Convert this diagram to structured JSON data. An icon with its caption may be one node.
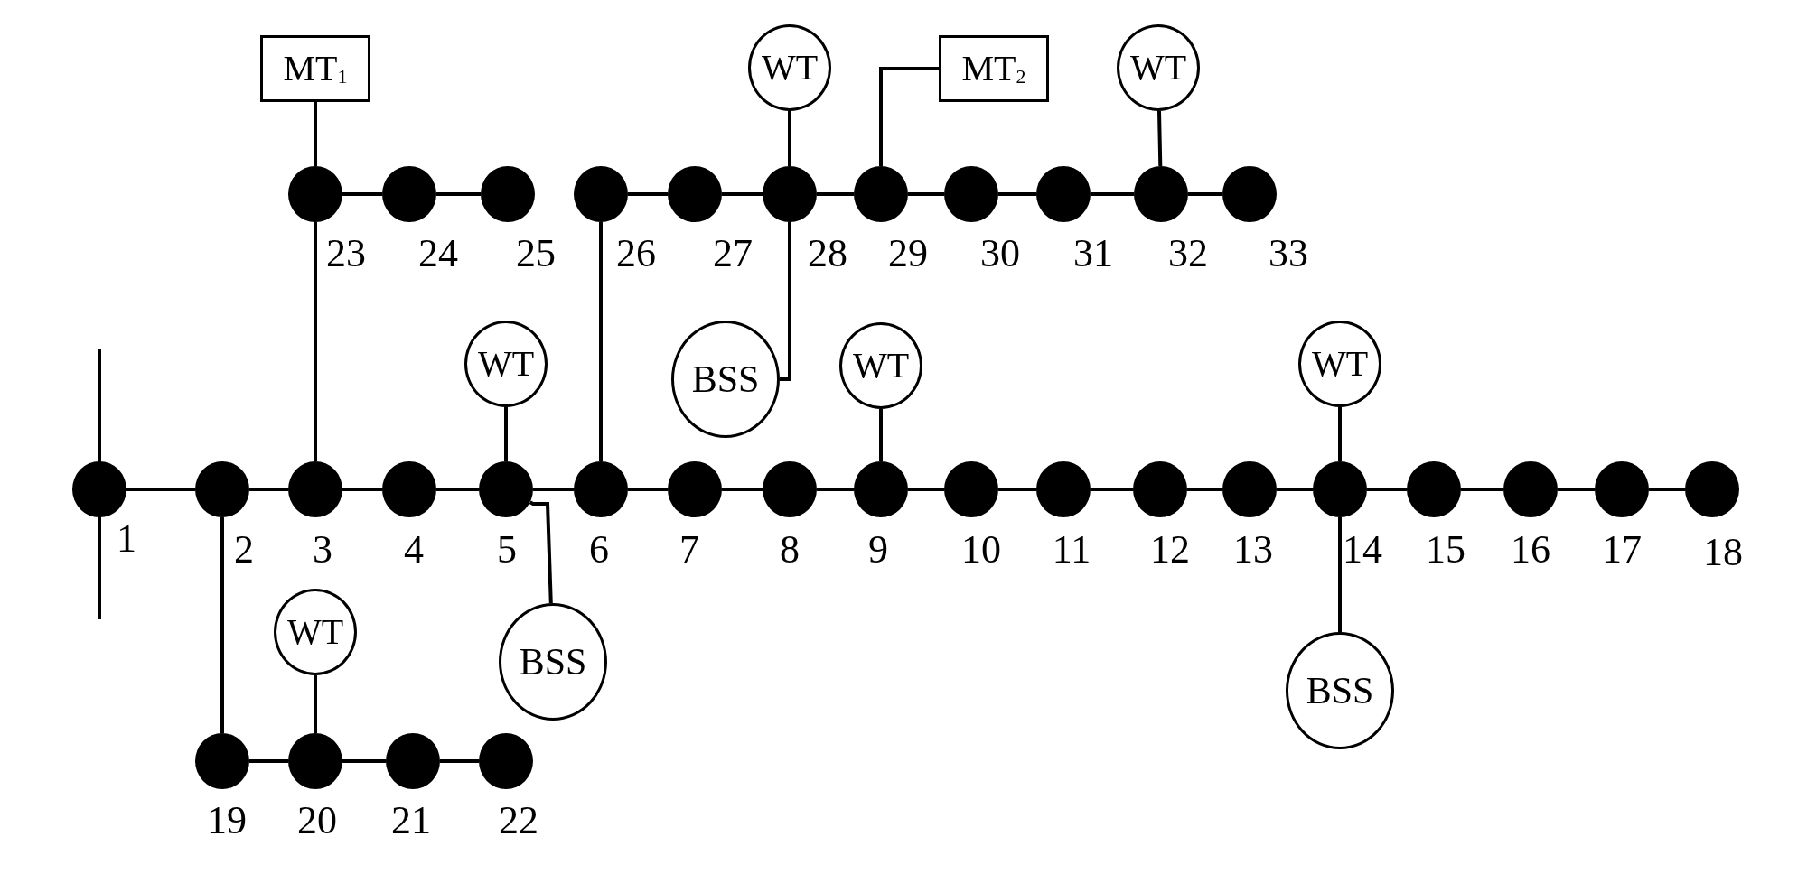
{
  "diagram": {
    "nodes": [
      {
        "text": [],
        "shape": "circle",
        "beside": [
          "1"
        ]
      },
      {
        "text": [],
        "shape": "circle",
        "beside": [
          "2"
        ]
      },
      {
        "text": [],
        "shape": "circle",
        "beside": [
          "3"
        ]
      },
      {
        "text": [],
        "shape": "circle",
        "beside": [
          "4"
        ]
      },
      {
        "text": [],
        "shape": "circle",
        "beside": [
          "5"
        ]
      },
      {
        "text": [],
        "shape": "circle",
        "beside": [
          "6"
        ]
      },
      {
        "text": [],
        "shape": "circle",
        "beside": [
          "7"
        ]
      },
      {
        "text": [],
        "shape": "circle",
        "beside": [
          "8"
        ]
      },
      {
        "text": [],
        "shape": "circle",
        "beside": [
          "9"
        ]
      },
      {
        "text": [],
        "shape": "circle",
        "beside": [
          "10"
        ]
      },
      {
        "text": [],
        "shape": "circle",
        "beside": [
          "11"
        ]
      },
      {
        "text": [],
        "shape": "circle",
        "beside": [
          "12"
        ]
      },
      {
        "text": [],
        "shape": "circle",
        "beside": [
          "13"
        ]
      },
      {
        "text": [],
        "shape": "circle",
        "beside": [
          "14"
        ]
      },
      {
        "text": [],
        "shape": "circle",
        "beside": [
          "15"
        ]
      },
      {
        "text": [],
        "shape": "circle",
        "beside": [
          "16"
        ]
      },
      {
        "text": [],
        "shape": "circle",
        "beside": [
          "17"
        ]
      },
      {
        "text": [],
        "shape": "circle",
        "beside": [
          "18"
        ]
      },
      {
        "text": [],
        "shape": "circle",
        "beside": [
          "19"
        ]
      },
      {
        "text": [],
        "shape": "circle",
        "beside": [
          "20"
        ]
      },
      {
        "text": [],
        "shape": "circle",
        "beside": [
          "21"
        ]
      },
      {
        "text": [],
        "shape": "circle",
        "beside": [
          "22"
        ]
      },
      {
        "text": [],
        "shape": "circle",
        "beside": [
          "23"
        ]
      },
      {
        "text": [],
        "shape": "circle",
        "beside": [
          "24"
        ]
      },
      {
        "text": [],
        "shape": "circle",
        "beside": [
          "25"
        ]
      },
      {
        "text": [],
        "shape": "circle",
        "beside": [
          "26"
        ]
      },
      {
        "text": [],
        "shape": "circle",
        "beside": [
          "27"
        ]
      },
      {
        "text": [],
        "shape": "circle",
        "beside": [
          "28"
        ]
      },
      {
        "text": [],
        "shape": "circle",
        "beside": [
          "29"
        ]
      },
      {
        "text": [],
        "shape": "circle",
        "beside": [
          "30"
        ]
      },
      {
        "text": [],
        "shape": "circle",
        "beside": [
          "31"
        ]
      },
      {
        "text": [],
        "shape": "circle",
        "beside": [
          "32"
        ]
      },
      {
        "text": [],
        "shape": "circle",
        "beside": [
          "33"
        ]
      },
      {
        "text": [
          "MT$_{1}$"
        ]
      },
      {
        "text": [
          "WT"
        ]
      },
      {
        "text": [
          "MT$_{2}$"
        ]
      },
      {
        "text": [
          "WT"
        ]
      },
      {
        "text": [
          "WT"
        ]
      },
      {
        "text": [
          "BSS"
        ]
      },
      {
        "text": [
          "WT"
        ]
      },
      {
        "text": [
          "WT"
        ]
      },
      {
        "text": [
          "WT"
        ]
      },
      {
        "text": [
          "BSS"
        ]
      },
      {
        "text": [
          "BSS"
        ]
      }
    ],
    "edges": [
      {
        "from": 0,
        "to": 1,
        "arrow": "none"
      },
      {
        "from": 1,
        "to": 2,
        "arrow": "none"
      },
      {
        "from": 2,
        "to": 3,
        "arrow": "none"
      },
      {
        "from": 3,
        "to": 4,
        "arrow": "none"
      },
      {
        "from": 4,
        "to": 5,
        "arrow": "none"
      },
      {
        "from": 5,
        "to": 6,
        "arrow": "none"
      },
      {
        "from": 6,
        "to": 7,
        "arrow": "none"
      },
      {
        "from": 7,
        "to": 8,
        "arrow": "none"
      },
      {
        "from": 8,
        "to": 9,
        "arrow": "none"
      },
      {
        "from": 9,
        "to": 10,
        "arrow": "none"
      },
      {
        "from": 10,
        "to": 11,
        "arrow": "none"
      },
      {
        "from": 11,
        "to": 12,
        "arrow": "none"
      },
      {
        "from": 12,
        "to": 13,
        "arrow": "none"
      },
      {
        "from": 13,
        "to": 14,
        "arrow": "none"
      },
      {
        "from": 14,
        "to": 15,
        "arrow": "none"
      },
      {
        "from": 15,
        "to": 16,
        "arrow": "none"
      },
      {
        "from": 16,
        "to": 17,
        "arrow": "none"
      },
      {
        "from": 1,
        "to": 18,
        "arrow": "none"
      },
      {
        "from": 18,
        "to": 19,
        "arrow": "none"
      },
      {
        "from": 19,
        "to": 20,
        "arrow": "none"
      },
      {
        "from": 20,
        "to": 21,
        "arrow": "none"
      },
      {
        "from": 2,
        "to": 22,
        "arrow": "none"
      },
      {
        "from": 22,
        "to": 23,
        "arrow": "none"
      },
      {
        "from": 23,
        "to": 24,
        "arrow": "none"
      },
      {
        "from": 5,
        "to": 25,
        "arrow": "none"
      },
      {
        "from": 25,
        "to": 26,
        "arrow": "none"
      },
      {
        "from": 26,
        "to": 27,
        "arrow": "none"
      },
      {
        "from": 27,
        "to": 28,
        "arrow": "none"
      },
      {
        "from": 28,
        "to": 29,
        "arrow": "none"
      },
      {
        "from": 29,
        "to": 30,
        "arrow": "none"
      },
      {
        "from": 30,
        "to": 31,
        "arrow": "none"
      },
      {
        "from": 31,
        "to": 32,
        "arrow": "none"
      },
      {
        "from": 33,
        "to": 22,
        "arrow": "none"
      },
      {
        "from": 34,
        "to": 27,
        "arrow": "none"
      },
      {
        "from": 35,
        "to": 28,
        "arrow": "none"
      },
      {
        "from": 36,
        "to": 31,
        "arrow": "none"
      },
      {
        "from": 37,
        "to": 4,
        "arrow": "none"
      },
      {
        "from": 38,
        "to": 27,
        "arrow": "none"
      },
      {
        "from": 39,
        "to": 8,
        "arrow": "none"
      },
      {
        "from": 40,
        "to": 13,
        "arrow": "none"
      },
      {
        "from": 41,
        "to": 19,
        "arrow": "none"
      },
      {
        "from": 42,
        "to": 4,
        "arrow": "none"
      },
      {
        "from": 43,
        "to": 13,
        "arrow": "none"
      }
    ]
  }
}
